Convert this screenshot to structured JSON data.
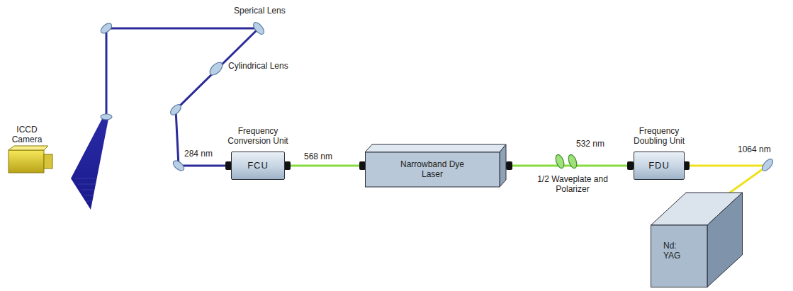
{
  "diagram": {
    "nodes": [
      {
        "text": [
          "Frequency Conversion Unit",
          "FCU"
        ]
      },
      {
        "text": [
          "Narrowband Dye Laser"
        ]
      },
      {
        "text": [
          "Frequency Doubling Unit",
          "FDU"
        ]
      },
      {
        "text": [
          "Nd: YAG"
        ]
      }
    ],
    "edges": [
      {
        "from": 3,
        "to": 2,
        "arrow": "none",
        "label": "1064 nm"
      },
      {
        "from": 2,
        "to": 1,
        "arrow": "none",
        "label": "532 nm"
      },
      {
        "from": 1,
        "to": 0,
        "arrow": "none",
        "label": "568 nm"
      }
    ],
    "labels": [
      "ICCD Camera",
      "Sperical Lens",
      "Cylindrical Lens",
      "284 nm",
      "1/2 Waveplate and Polarizer"
    ]
  }
}
